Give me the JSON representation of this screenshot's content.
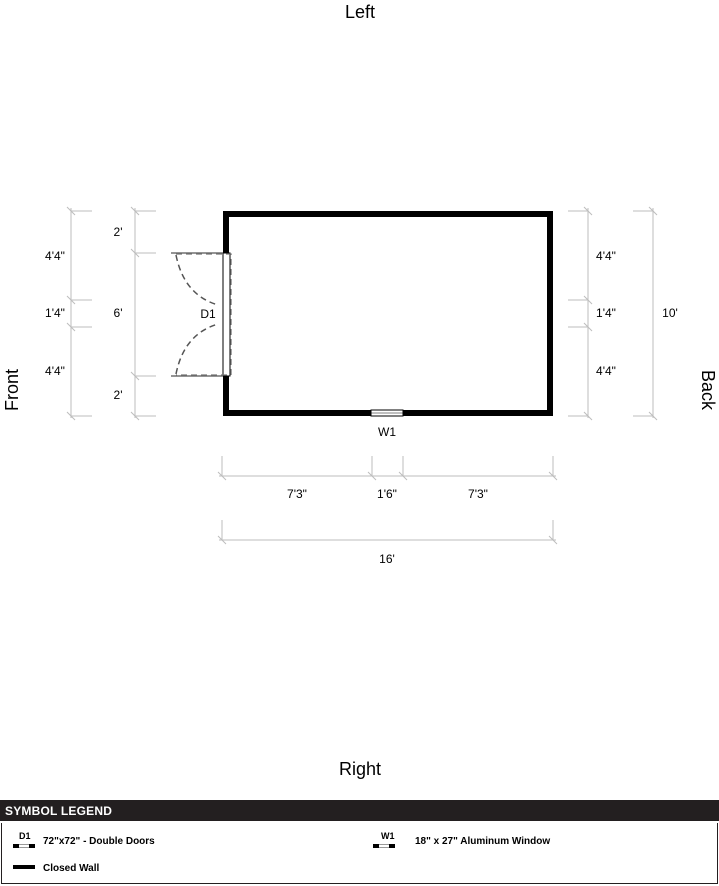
{
  "orientation": {
    "top": "Left",
    "bottom": "Right",
    "left": "Front",
    "right": "Back"
  },
  "labels": {
    "door": "D1",
    "window": "W1"
  },
  "dimensions": {
    "front_outer": [
      "4'4\"",
      "1'4\"",
      "4'4\""
    ],
    "front_inner": [
      "2'",
      "6'",
      "2'"
    ],
    "back_segments": [
      "4'4\"",
      "1'4\"",
      "4'4\""
    ],
    "back_total": "10'",
    "bottom_segments": [
      "7'3\"",
      "1'6\"",
      "7'3\""
    ],
    "bottom_total": "16'"
  },
  "legend": {
    "title": "SYMBOL LEGEND",
    "items": [
      {
        "code": "D1",
        "text": "72\"x72\" - Double Doors"
      },
      {
        "code": "W1",
        "text": "18\" x 27\" Aluminum Window"
      },
      {
        "code": "",
        "text": "Closed Wall"
      }
    ]
  }
}
